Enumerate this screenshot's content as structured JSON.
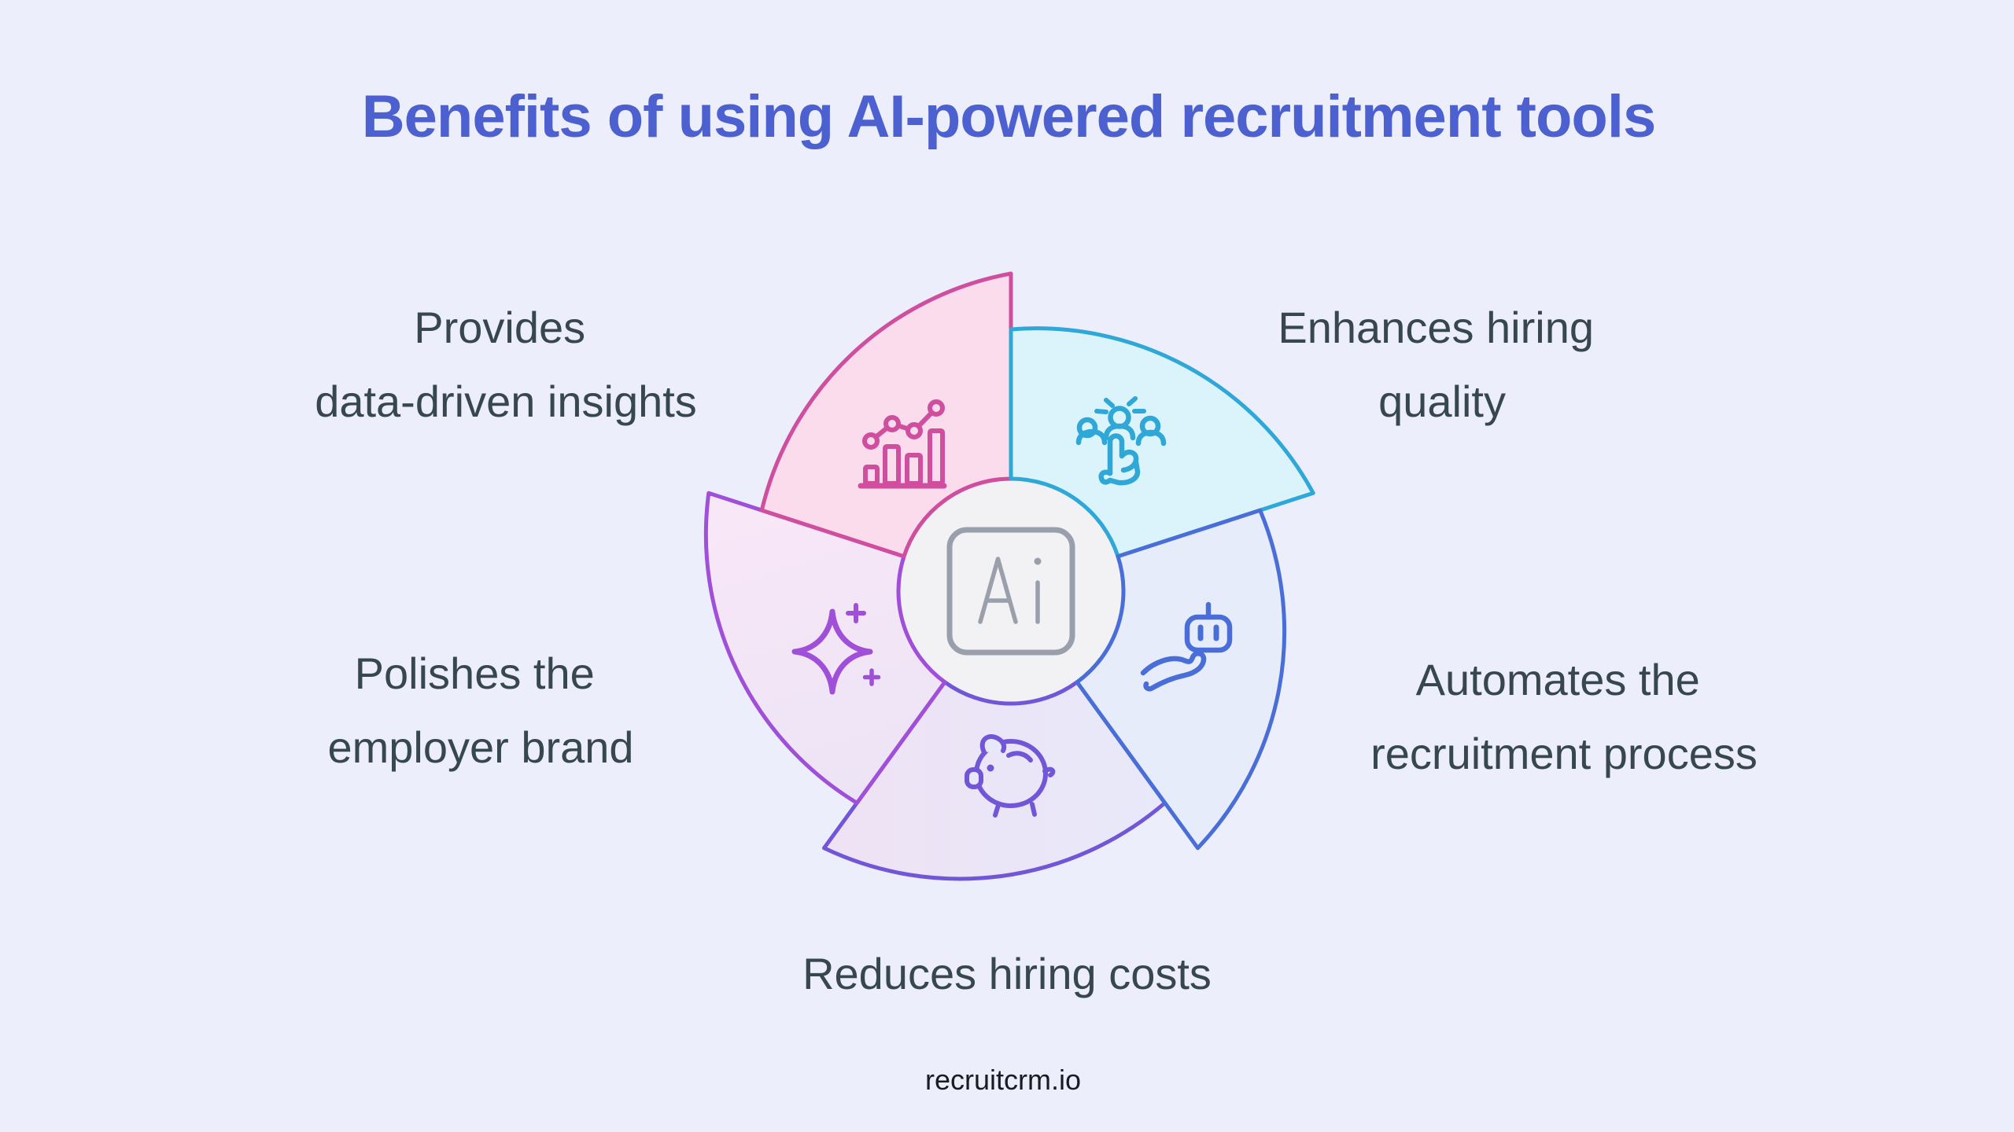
{
  "title": {
    "text": "Benefits of using AI-powered recruitment tools"
  },
  "footer": {
    "text": "recruitcrm.io"
  },
  "center_badge": {
    "label": "Ai"
  },
  "segments": {
    "insights": {
      "line1": "Provides",
      "line2": "data-driven insights",
      "icon": "bar-chart-growth"
    },
    "quality": {
      "line1": "Enhances hiring",
      "line2": "quality",
      "icon": "team-selection"
    },
    "automation": {
      "line1": "Automates the",
      "line2": "recruitment process",
      "icon": "robot-on-hand"
    },
    "costs": {
      "line1": "Reduces hiring costs",
      "icon": "piggy-bank"
    },
    "brand": {
      "line1": "Polishes the",
      "line2": "employer brand",
      "icon": "sparkle"
    }
  },
  "colors": {
    "background": "#edeefb",
    "title_text": "#4c60d0",
    "label_text": "#37474f",
    "footer_text": "#1b1b22",
    "pink_stroke": "#cf4e9d",
    "pink_fill": "#fadcec",
    "cyan_stroke": "#2fa7d7",
    "cyan_fill": "#dbf3fb",
    "blue_stroke": "#4a6ed7",
    "blue_fill": "#e7ecfb",
    "purple_stroke": "#7156d8",
    "purple_fill_left": "#efe2f4",
    "purple_fill_right": "#e7e9fa",
    "violet_stroke": "#a04fd8",
    "violet_fill_top": "#f8e7f7",
    "violet_fill_bottom": "#ece4f6",
    "center_fill": "#f2f2f5",
    "badge_gray": "#9aa0ab"
  }
}
